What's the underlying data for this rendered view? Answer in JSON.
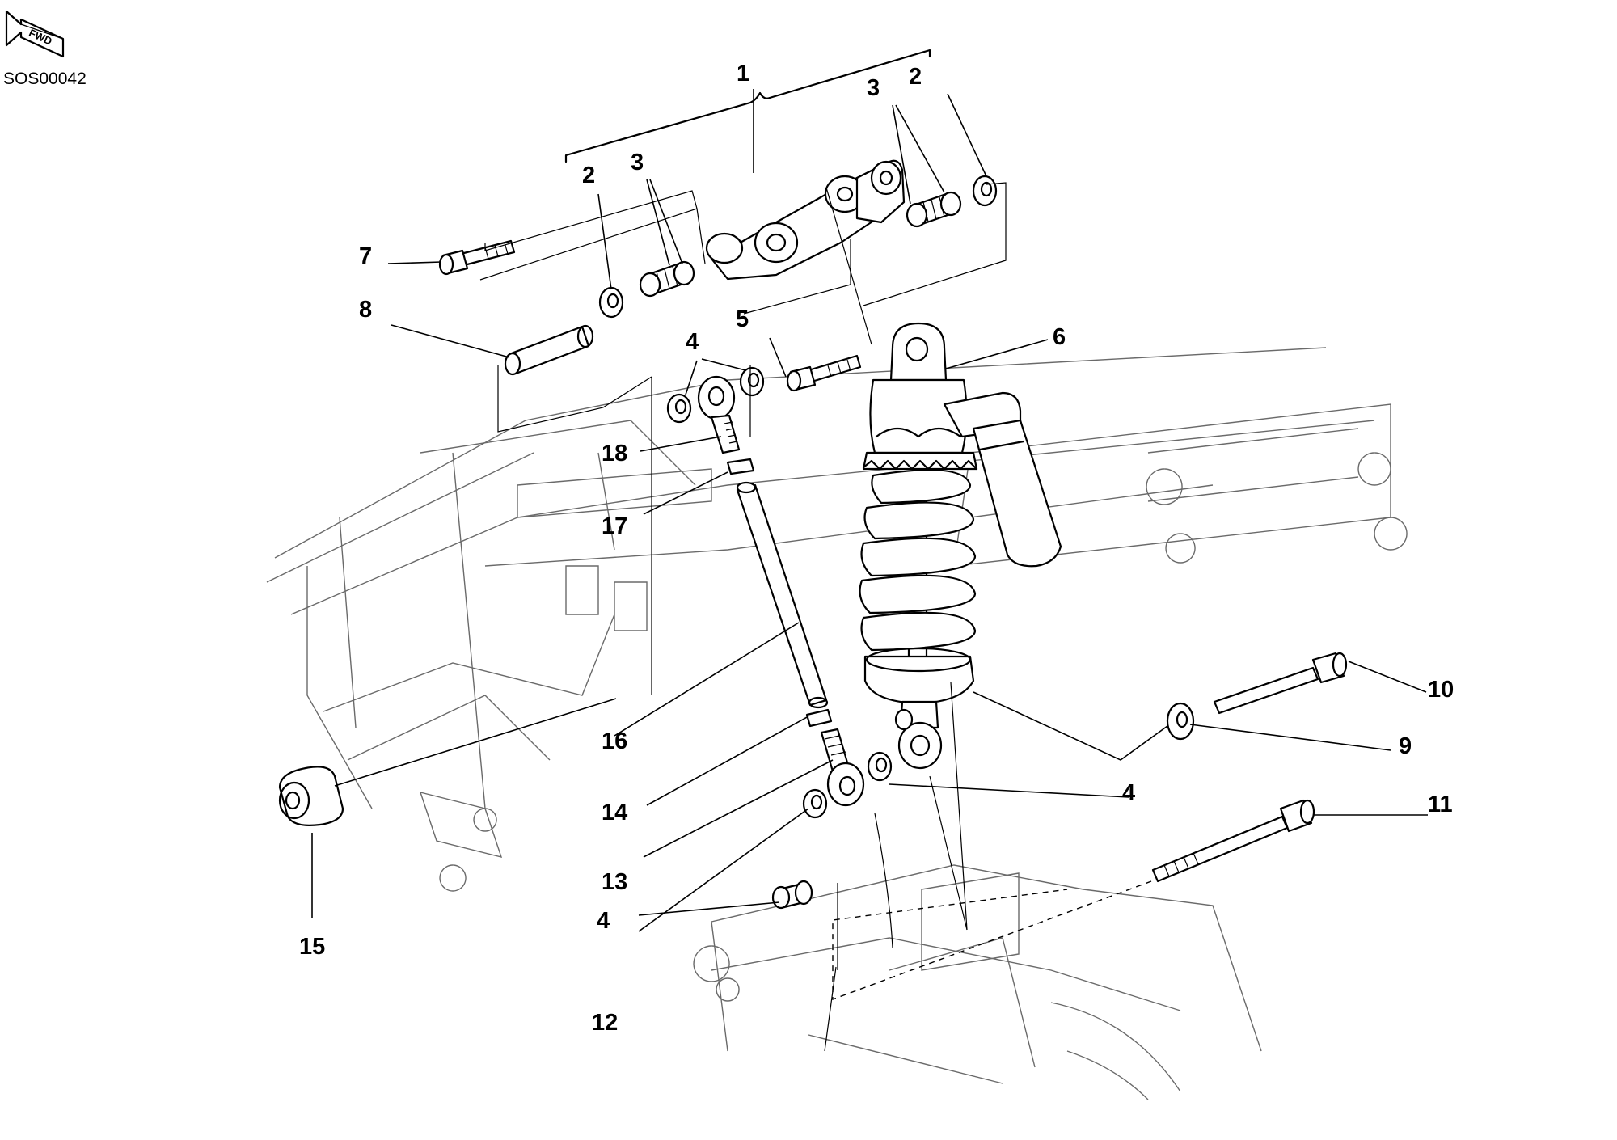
{
  "diagram": {
    "code": "SOS00042",
    "fwd_label": "FWD",
    "callouts": [
      {
        "id": "c1",
        "text": "1"
      },
      {
        "id": "c2a",
        "text": "2"
      },
      {
        "id": "c2b",
        "text": "2"
      },
      {
        "id": "c3a",
        "text": "3"
      },
      {
        "id": "c3b",
        "text": "3"
      },
      {
        "id": "c4a",
        "text": "4"
      },
      {
        "id": "c4b",
        "text": "4"
      },
      {
        "id": "c4c",
        "text": "4"
      },
      {
        "id": "c5",
        "text": "5"
      },
      {
        "id": "c6",
        "text": "6"
      },
      {
        "id": "c7",
        "text": "7"
      },
      {
        "id": "c8",
        "text": "8"
      },
      {
        "id": "c9",
        "text": "9"
      },
      {
        "id": "c10",
        "text": "10"
      },
      {
        "id": "c11",
        "text": "11"
      },
      {
        "id": "c12",
        "text": "12"
      },
      {
        "id": "c13",
        "text": "13"
      },
      {
        "id": "c14",
        "text": "14"
      },
      {
        "id": "c15",
        "text": "15"
      },
      {
        "id": "c16",
        "text": "16"
      },
      {
        "id": "c17",
        "text": "17"
      },
      {
        "id": "c18",
        "text": "18"
      }
    ]
  }
}
